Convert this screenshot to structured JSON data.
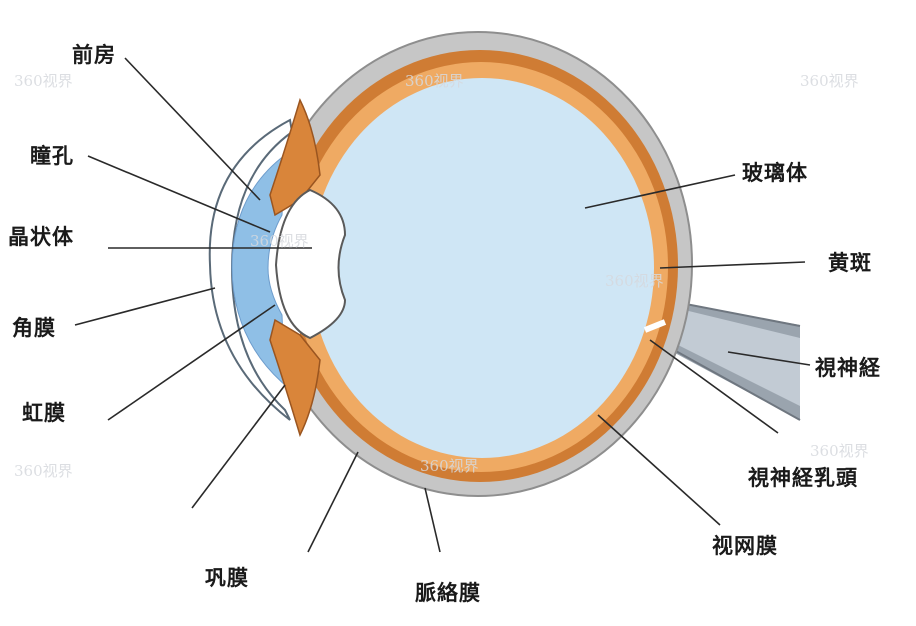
{
  "labels": {
    "anterior_chamber": "前房",
    "pupil": "瞳孔",
    "lens": "晶状体",
    "cornea": "角膜",
    "iris": "虹膜",
    "sclera": "巩膜",
    "choroid": "脈絡膜",
    "vitreous": "玻璃体",
    "macula": "黄斑",
    "optic_nerve": "視神経",
    "optic_disc": "視神経乳頭",
    "retina": "视网膜"
  },
  "watermark": "360视界",
  "colors": {
    "vitreous": "#cfe6f5",
    "sclera": "#c9c9c9",
    "choroid": "#d9853a",
    "retina": "#e9a35e",
    "cornea": "#8fbfe6",
    "lens": "#ffffff",
    "nerve": "#b8c2cc",
    "leader": "#2a2a2a"
  }
}
